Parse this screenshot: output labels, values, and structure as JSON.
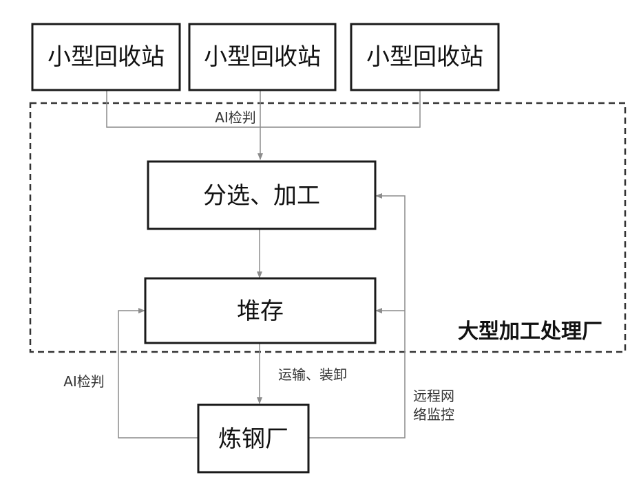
{
  "stations": [
    {
      "label": "小型回收站"
    },
    {
      "label": "小型回收站"
    },
    {
      "label": "小型回收站"
    }
  ],
  "sorting": {
    "label": "分选、加工"
  },
  "storage": {
    "label": "堆存"
  },
  "steel_plant": {
    "label": "炼钢厂"
  },
  "plant_boundary": {
    "label": "大型加工处理厂"
  },
  "edges": {
    "ai_check_top": "AI检判",
    "ai_check_left": "AI检判",
    "transport": "运输、装卸",
    "remote_line1": "远程网",
    "remote_line2": "络监控"
  },
  "colors": {
    "box_border": "#1a1a1a",
    "flow_line": "#8c8c8c",
    "boundary_dash": "#333333"
  }
}
